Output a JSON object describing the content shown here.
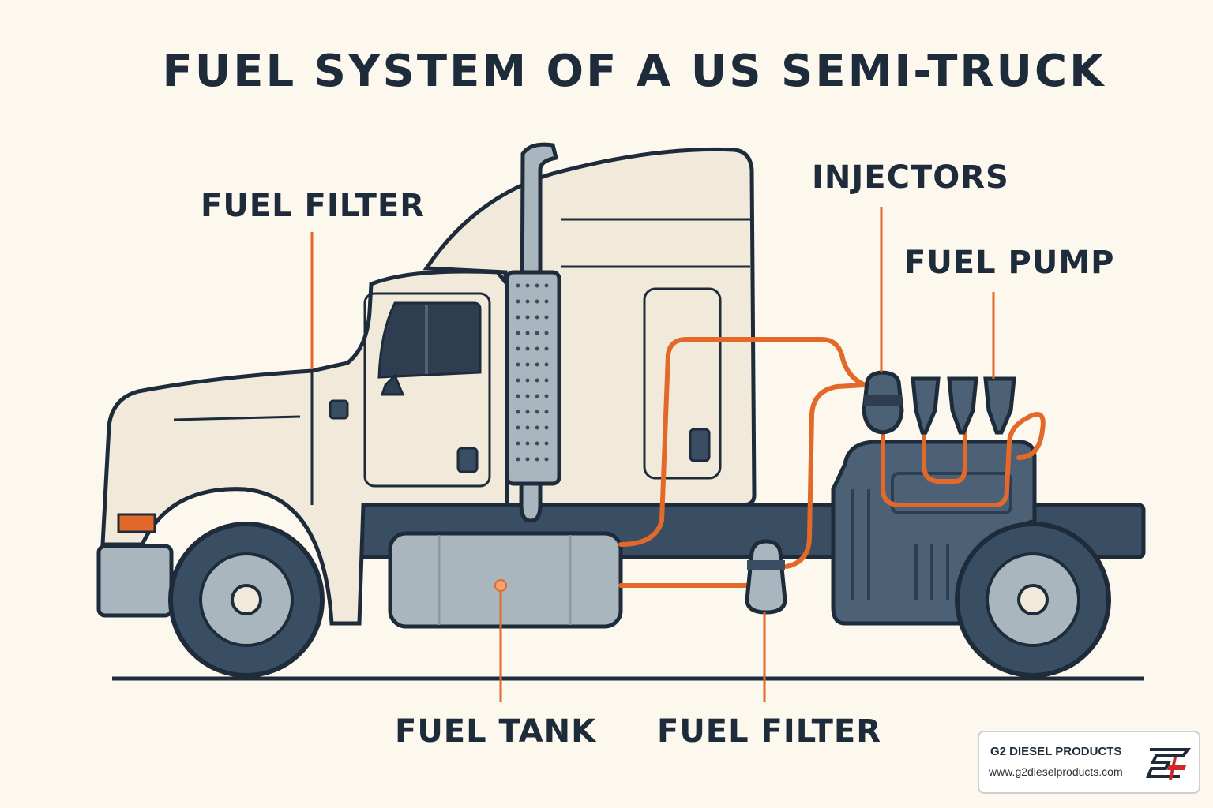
{
  "title": "FUEL SYSTEM OF A US SEMI-TRUCK",
  "labels": {
    "fuel_filter_top": "FUEL FILTER",
    "injectors": "INJECTORS",
    "fuel_pump": "FUEL PUMP",
    "fuel_tank": "FUEL TANK",
    "fuel_filter_bottom": "FUEL FILTER"
  },
  "logo": {
    "name": "G2 DIESEL PRODUCTS",
    "url": "www.g2dieselproducts.com",
    "mark_icon": "g2-logo-mark"
  },
  "colors": {
    "background": "#fcf8ee",
    "outline": "#1e2b3a",
    "cab": "#f1eadb",
    "fuel_line": "#e2692a",
    "chassis": "#3a4e63",
    "tank": "#a9b6bd",
    "engine": "#4c6076"
  }
}
